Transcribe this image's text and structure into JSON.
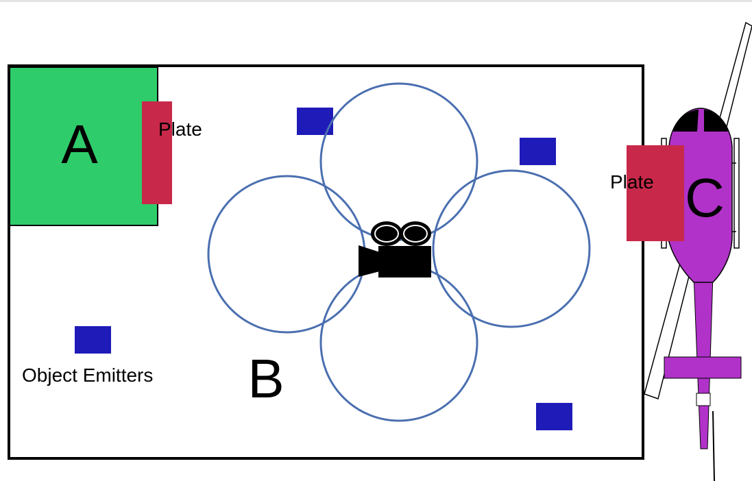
{
  "labels": {
    "zone_a": "A",
    "zone_b": "B",
    "zone_c": "C",
    "plate_left": "Plate",
    "plate_right": "Plate",
    "emitters": "Object Emitters"
  },
  "colors": {
    "zone_a_fill": "#2ecc6b",
    "plate": "#c8294a",
    "emitter": "#1f1bb8",
    "rotor_ring": "#4a6fb0",
    "helicopter_body": "#b032c8",
    "border": "#000000"
  },
  "icons": {
    "camera": "movie-camera-icon",
    "helicopter": "helicopter-icon"
  }
}
